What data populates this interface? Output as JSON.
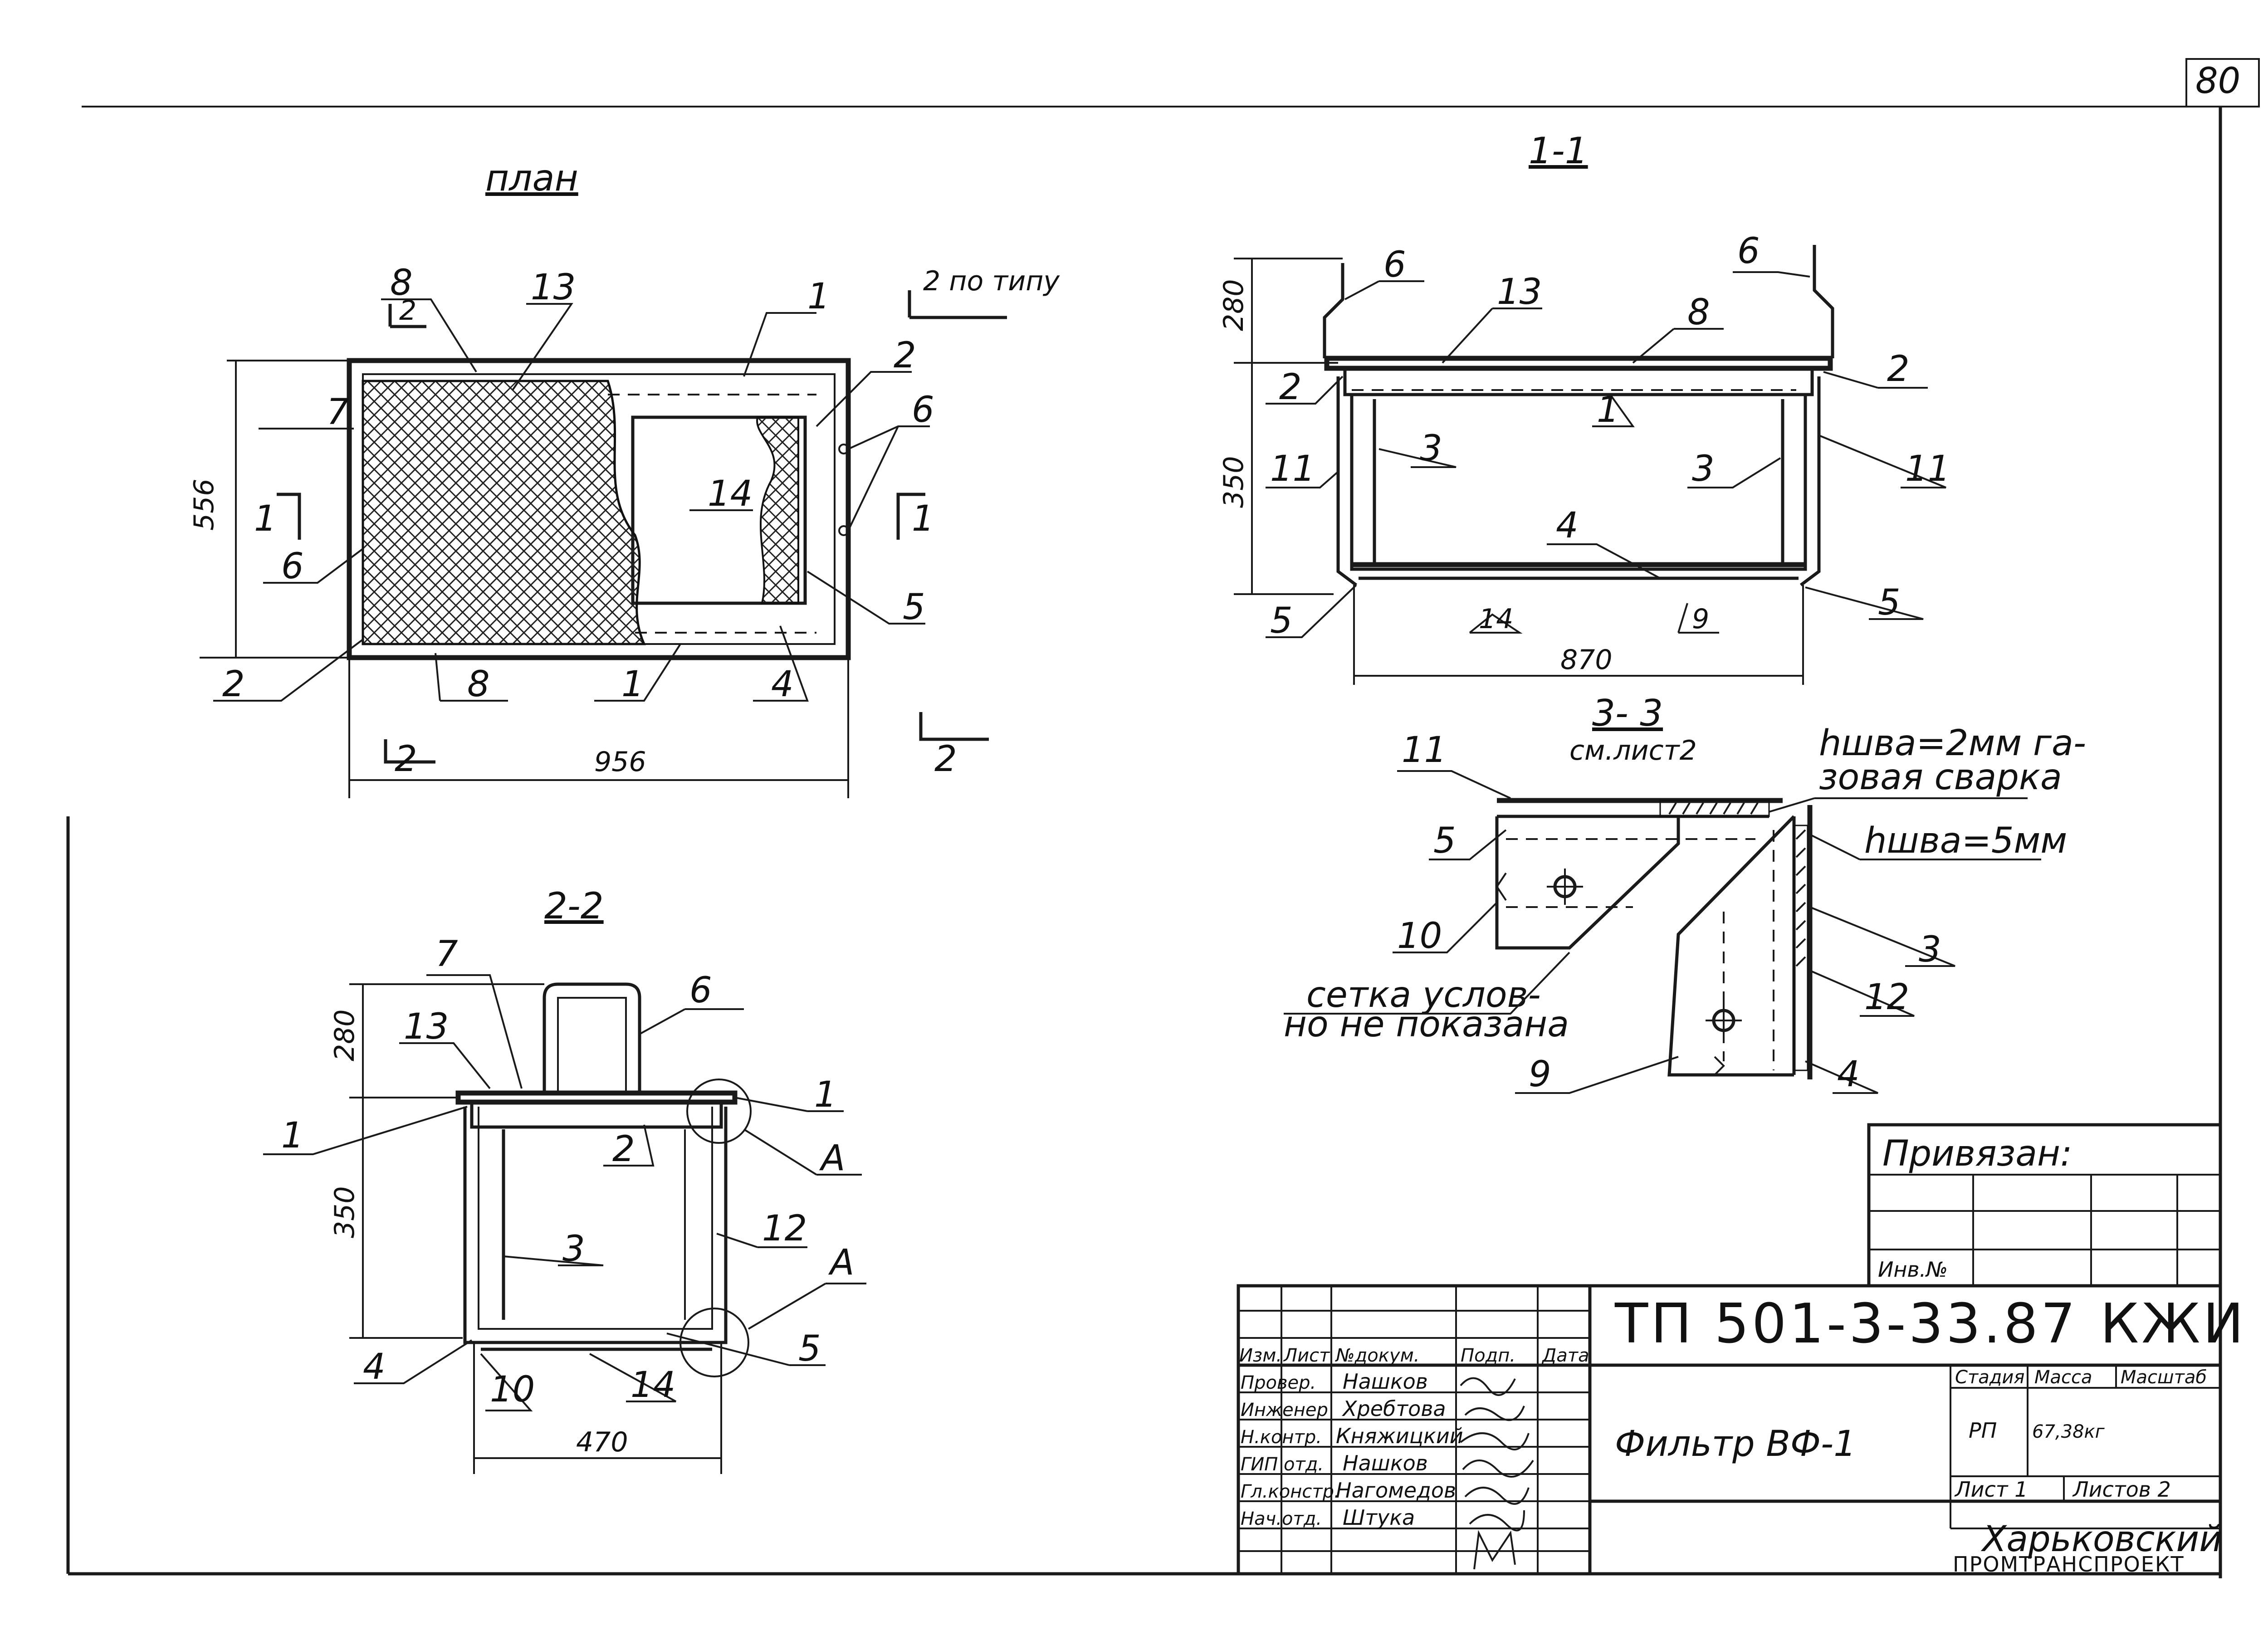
{
  "sheet_number": "80",
  "views": {
    "plan": {
      "title": "план",
      "section_marks": [
        "1",
        "1",
        "2",
        "2",
        "2 по типу"
      ],
      "dims": {
        "height": "556",
        "width": "956"
      },
      "callouts": [
        "8",
        "13",
        "1",
        "2",
        "6",
        "7",
        "14",
        "6",
        "5",
        "2",
        "8",
        "1",
        "4",
        "2",
        "2"
      ]
    },
    "section_1_1": {
      "title": "1-1",
      "dims": {
        "top": "280",
        "body": "350",
        "width": "870"
      },
      "callouts": [
        "6",
        "13",
        "8",
        "6",
        "2",
        "1",
        "2",
        "11",
        "3",
        "3",
        "11",
        "4",
        "5",
        "14",
        "9",
        "5"
      ]
    },
    "section_2_2": {
      "title": "2-2",
      "dims": {
        "top": "280",
        "body": "350",
        "width": "470"
      },
      "callouts": [
        "7",
        "6",
        "13",
        "1",
        "1",
        "2",
        "A",
        "3",
        "12",
        "A",
        "4",
        "10",
        "14",
        "5"
      ]
    },
    "section_3_3": {
      "title": "3- 3",
      "ref": "см.лист2",
      "weld_note_1": "hшва=2мм га-",
      "weld_note_2": "зовая сварка",
      "weld_note_3": "hшва=5мм",
      "mesh_note_1": "сетка услов-",
      "mesh_note_2": "но не показана",
      "callouts": [
        "11",
        "5",
        "10",
        "3",
        "12",
        "9",
        "4"
      ]
    }
  },
  "binding_box": {
    "title": "Привязан:",
    "inv_label": "Инв.№"
  },
  "title_block": {
    "doc_code": "ТП 501-3-33.87",
    "mark": "КЖИ",
    "drawing_title": "Фильтр ВФ-1",
    "header": {
      "izm": "Изм.",
      "list": "Лист",
      "doc_no": "№докум.",
      "sign": "Подп.",
      "date": "Дата"
    },
    "roles": [
      {
        "role": "Провер.",
        "name": "Нашков"
      },
      {
        "role": "Инженер",
        "name": "Хребтова"
      },
      {
        "role": "Н.контр.",
        "name": "Княжицкий"
      },
      {
        "role": "ГИП отд.",
        "name": "Нашков"
      },
      {
        "role": "Гл.констр.",
        "name": "Нагомедов"
      },
      {
        "role": "Нач.отд.",
        "name": "Штука"
      }
    ],
    "stage_label": "Стадия",
    "mass_label": "Масса",
    "scale_label": "Масштаб",
    "stage": "РП",
    "mass": "67,38кг",
    "sheet_label": "Лист 1",
    "sheets_label": "Листов 2",
    "org_line1": "Харьковский",
    "org_line2": "ПРОМТРАНСПРОЕКТ"
  }
}
